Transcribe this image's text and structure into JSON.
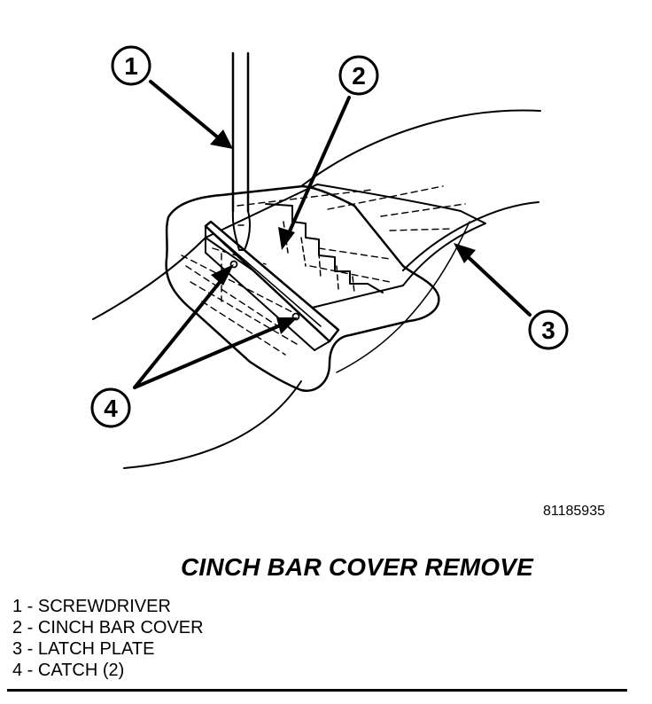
{
  "figure": {
    "callouts": [
      {
        "number": "1"
      },
      {
        "number": "2"
      },
      {
        "number": "3"
      },
      {
        "number": "4"
      }
    ],
    "figure_id": "81185935",
    "title": "CINCH BAR COVER REMOVE"
  },
  "legend": [
    "1 - SCREWDRIVER",
    "2 - CINCH BAR COVER",
    "3 - LATCH PLATE",
    "4 - CATCH (2)"
  ],
  "colors": {
    "ink": "#000000",
    "paper": "#ffffff"
  }
}
